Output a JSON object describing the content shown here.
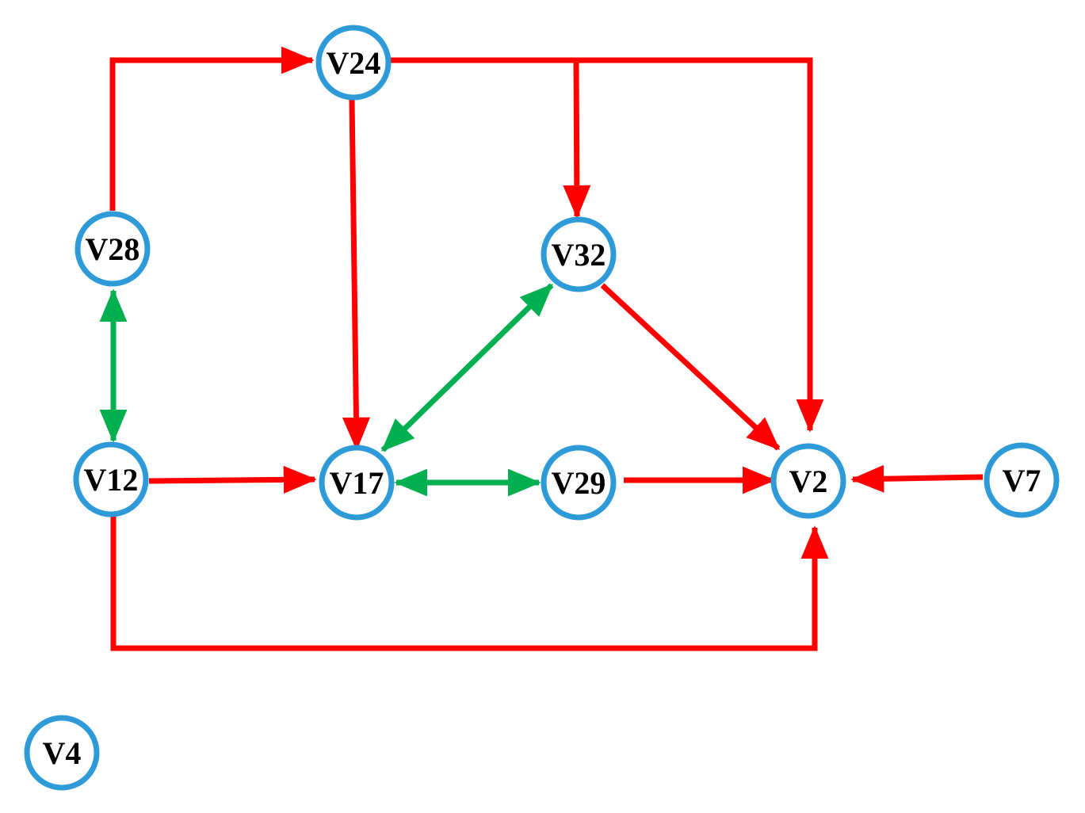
{
  "colors": {
    "directed": "#ff0000",
    "bidirected": "#00b050",
    "node_border": "#2e9bd8",
    "label": "#000000"
  },
  "nodes": [
    {
      "id": "V24",
      "label": "V24"
    },
    {
      "id": "V28",
      "label": "V28"
    },
    {
      "id": "V32",
      "label": "V32"
    },
    {
      "id": "V12",
      "label": "V12"
    },
    {
      "id": "V17",
      "label": "V17"
    },
    {
      "id": "V29",
      "label": "V29"
    },
    {
      "id": "V2",
      "label": "V2"
    },
    {
      "id": "V7",
      "label": "V7"
    },
    {
      "id": "V4",
      "label": "V4"
    }
  ],
  "edges": [
    {
      "id": "V28-V24",
      "from": "V28",
      "to": "V24",
      "kind": "directed"
    },
    {
      "id": "V24-V32",
      "from": "V24",
      "to": "V32",
      "kind": "directed"
    },
    {
      "id": "V24-V2",
      "from": "V24",
      "to": "V2",
      "kind": "directed"
    },
    {
      "id": "V24-V17",
      "from": "V24",
      "to": "V17",
      "kind": "directed"
    },
    {
      "id": "V32-V2",
      "from": "V32",
      "to": "V2",
      "kind": "directed"
    },
    {
      "id": "V12-V17",
      "from": "V12",
      "to": "V17",
      "kind": "directed"
    },
    {
      "id": "V29-V2",
      "from": "V29",
      "to": "V2",
      "kind": "directed"
    },
    {
      "id": "V7-V2",
      "from": "V7",
      "to": "V2",
      "kind": "directed"
    },
    {
      "id": "V12-V2",
      "from": "V12",
      "to": "V2",
      "kind": "directed"
    },
    {
      "id": "V28-V12",
      "from": "V28",
      "to": "V12",
      "kind": "bidirected"
    },
    {
      "id": "V17-V32",
      "from": "V17",
      "to": "V32",
      "kind": "bidirected"
    },
    {
      "id": "V17-V29",
      "from": "V17",
      "to": "V29",
      "kind": "bidirected"
    }
  ]
}
